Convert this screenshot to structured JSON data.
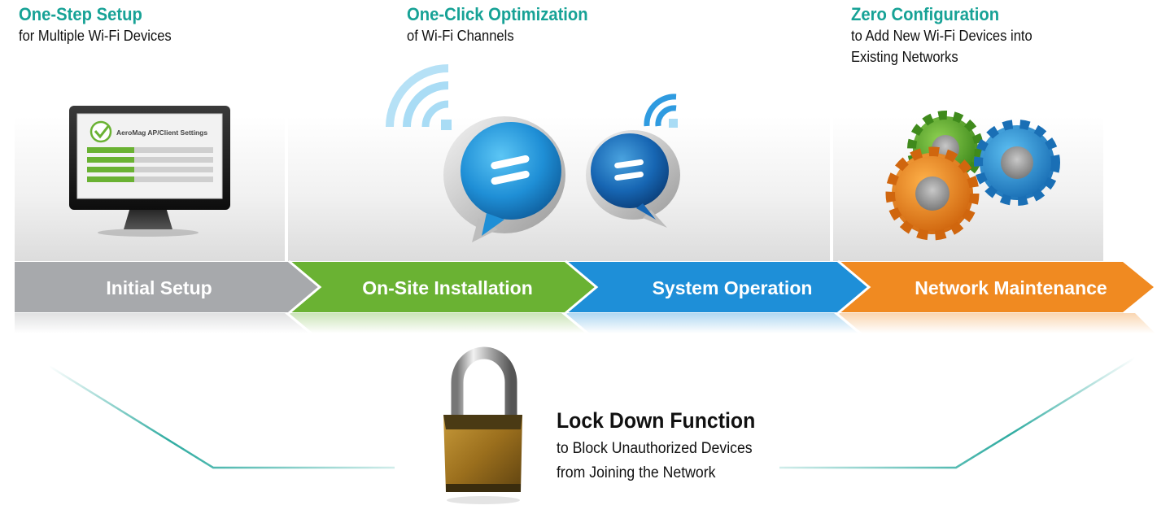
{
  "features": [
    {
      "title": "One-Step Setup",
      "subtitle": [
        "for Multiple Wi-Fi Devices"
      ]
    },
    {
      "title": "One-Click Optimization",
      "subtitle": [
        "of Wi-Fi Channels"
      ]
    },
    {
      "title": "Zero Configuration",
      "subtitle": [
        "to Add New Wi-Fi Devices into",
        "Existing Networks"
      ]
    }
  ],
  "monitor_screen": {
    "title": "AeroMag AP/Client Settings",
    "progress_rows": 4
  },
  "stages": [
    {
      "label": "Initial Setup",
      "color": "#a7a9ac"
    },
    {
      "label": "On-Site Installation",
      "color": "#6ab233"
    },
    {
      "label": "System Operation",
      "color": "#1e8fd8"
    },
    {
      "label": "Network Maintenance",
      "color": "#f08a21"
    }
  ],
  "lockdown": {
    "title": "Lock Down Function",
    "subtitle": [
      "to Block Unauthorized Devices",
      "from Joining the Network"
    ]
  },
  "colors": {
    "accent_teal": "#17a296",
    "text": "#111111"
  },
  "icons": [
    "monitor-icon",
    "wifi-icon",
    "chat-bubble-icon",
    "gears-icon",
    "padlock-icon"
  ]
}
